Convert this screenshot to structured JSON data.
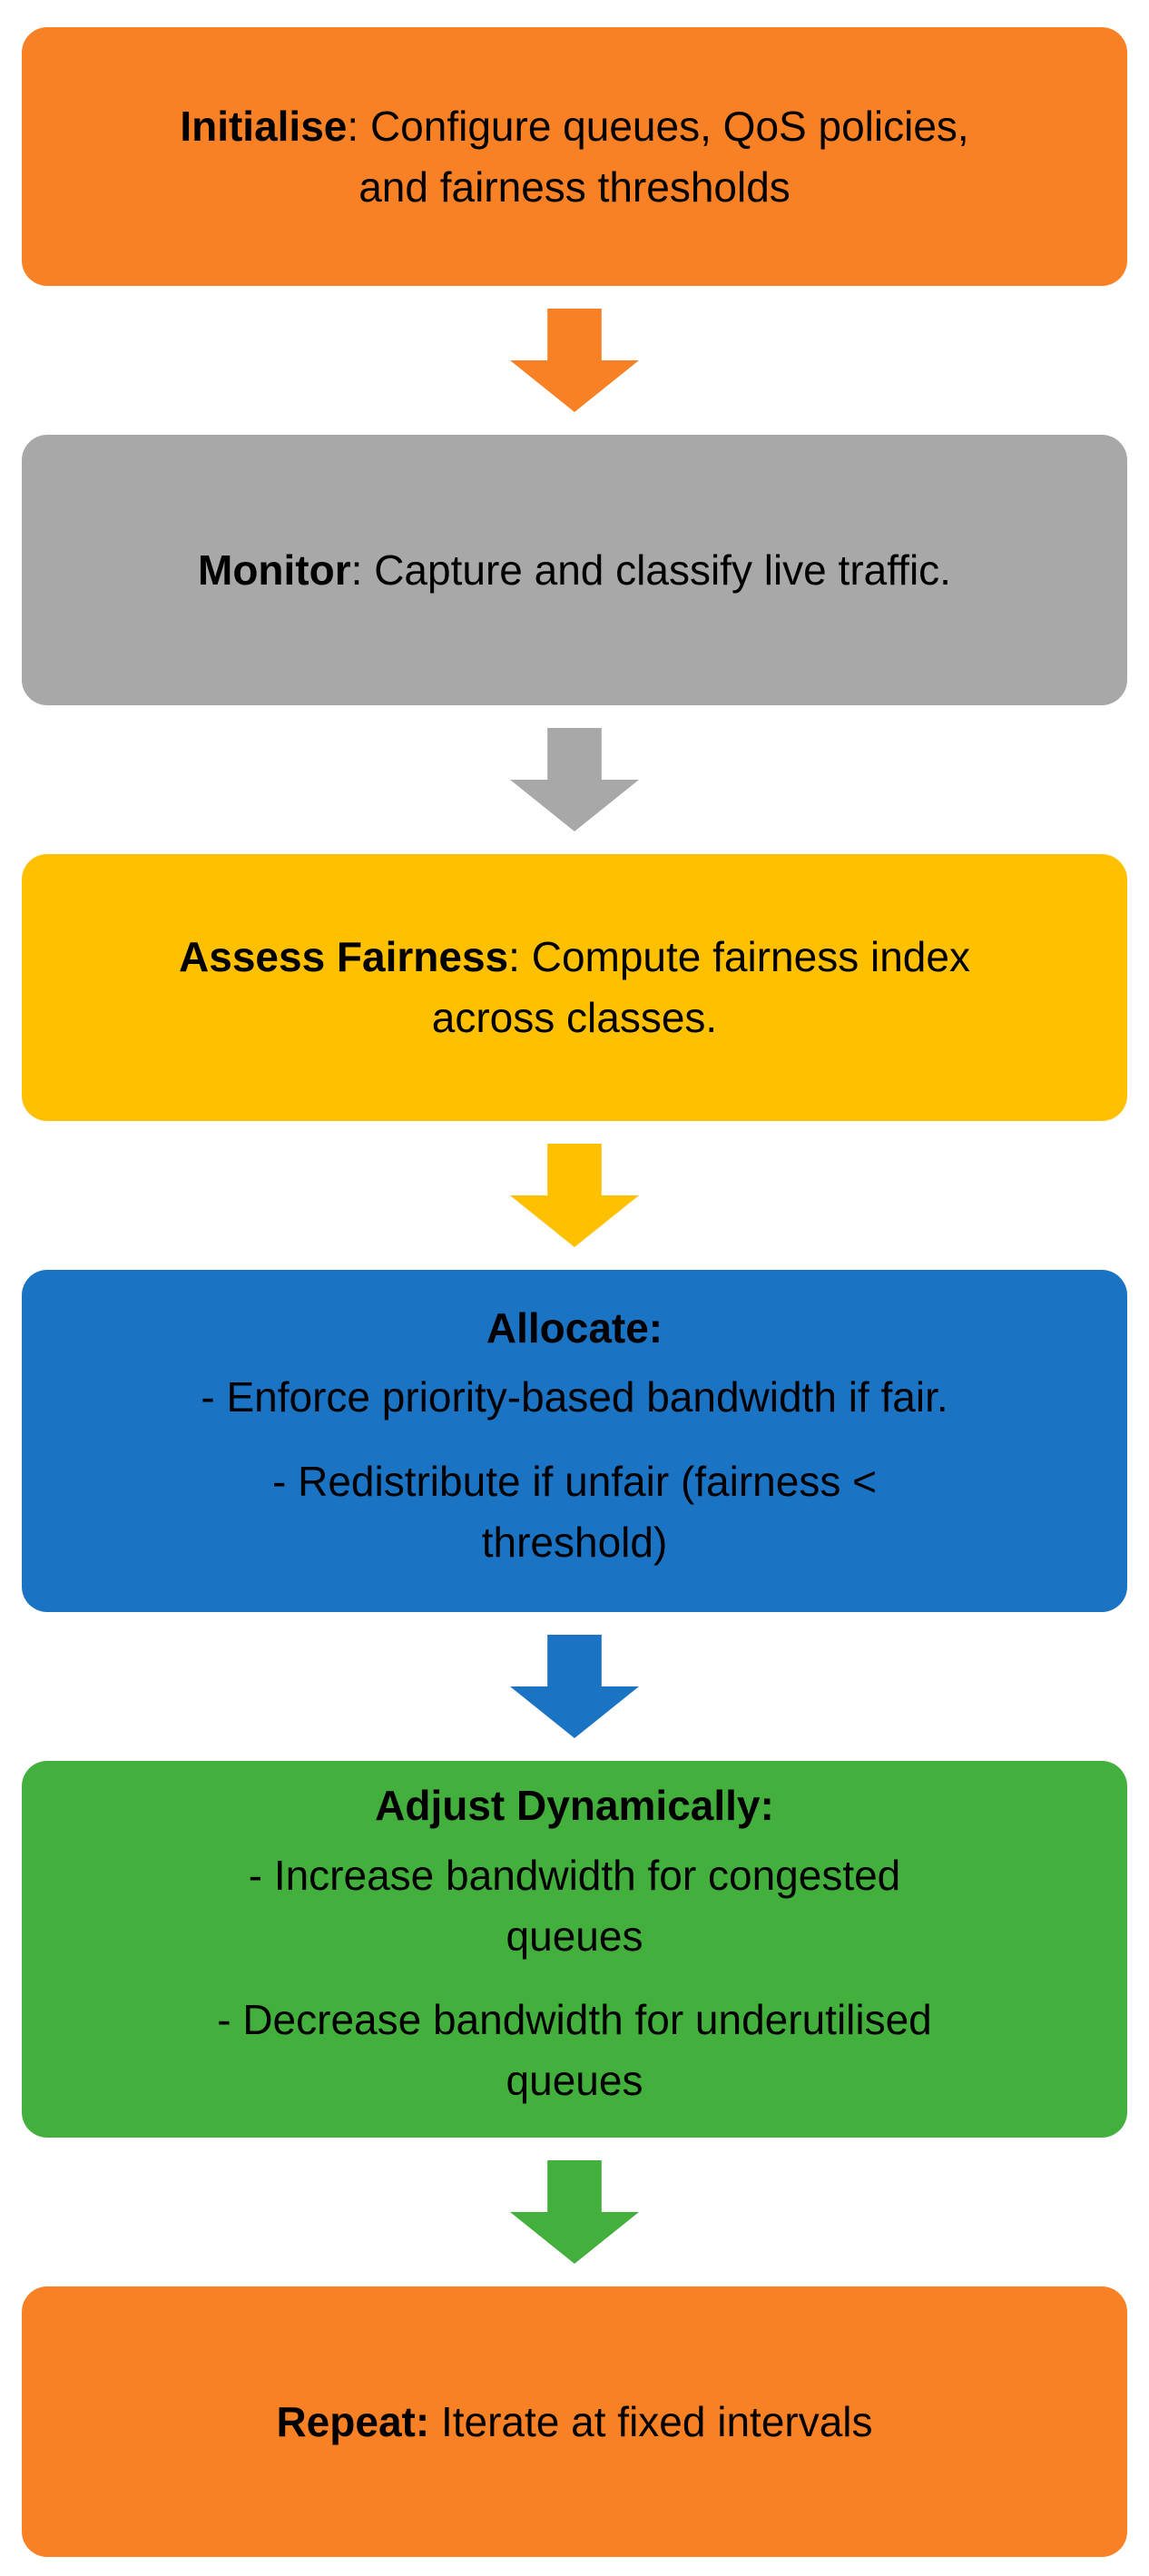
{
  "canvas": {
    "background": "#FFFFFF",
    "text_color": "#000000"
  },
  "colors": {
    "orange": "#F98125",
    "gray": "#A8A8A8",
    "gold": "#FFC000",
    "blue": "#1B73C4",
    "green": "#43B03E"
  },
  "steps": [
    {
      "name": "Initialise",
      "color": "#F98125",
      "heading": "Initialise",
      "sep": ": ",
      "lines": [
        "Configure queues, QoS policies,",
        "and fairness thresholds"
      ]
    },
    {
      "name": "Monitor",
      "color": "#A8A8A8",
      "heading": "Monitor",
      "sep": ": ",
      "lines": [
        "Capture and classify live traffic."
      ]
    },
    {
      "name": "Assess Fairness",
      "color": "#FFC000",
      "heading": "Assess Fairness",
      "sep": ": ",
      "lines": [
        "Compute fairness index",
        "across classes."
      ]
    },
    {
      "name": "Allocate",
      "color": "#1B73C4",
      "heading": "Allocate:",
      "bullets": [
        [
          "- Enforce priority-based bandwidth if fair."
        ],
        [
          "- Redistribute if unfair (fairness <",
          "threshold)"
        ]
      ]
    },
    {
      "name": "Adjust Dynamically",
      "color": "#43B03E",
      "heading": "Adjust Dynamically:",
      "bullets": [
        [
          "- Increase bandwidth for congested",
          "queues"
        ],
        [
          "- Decrease bandwidth for underutilised",
          "queues"
        ]
      ]
    },
    {
      "name": "Repeat",
      "color": "#F98125",
      "heading": "Repeat:",
      "sep": " ",
      "lines": [
        "Iterate at fixed intervals"
      ]
    }
  ],
  "arrows": [
    {
      "icon": "down-block-arrow",
      "color": "#F98125"
    },
    {
      "icon": "down-block-arrow",
      "color": "#A8A8A8"
    },
    {
      "icon": "down-block-arrow",
      "color": "#FFC000"
    },
    {
      "icon": "down-block-arrow",
      "color": "#1B73C4"
    },
    {
      "icon": "down-block-arrow",
      "color": "#43B03E"
    }
  ]
}
